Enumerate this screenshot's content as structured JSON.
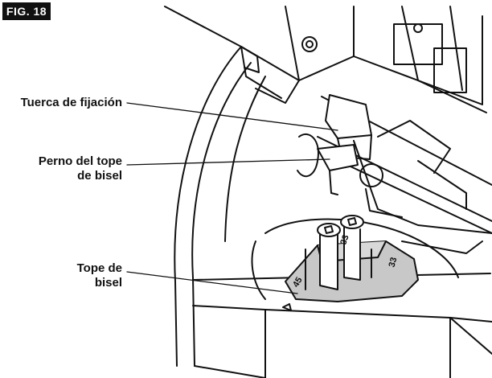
{
  "figure": {
    "label": "FIG. 18"
  },
  "callouts": [
    {
      "lines": [
        "Tuerca de fijación"
      ]
    },
    {
      "lines": [
        "Perno del tope",
        "de bisel"
      ]
    },
    {
      "lines": [
        "Tope de",
        "bisel"
      ]
    }
  ],
  "part_markings": {
    "left": "45",
    "top": "33",
    "right": "33"
  },
  "colors": {
    "ink": "#111111",
    "stop_gray": "#c8c8c8",
    "background": "#ffffff"
  }
}
